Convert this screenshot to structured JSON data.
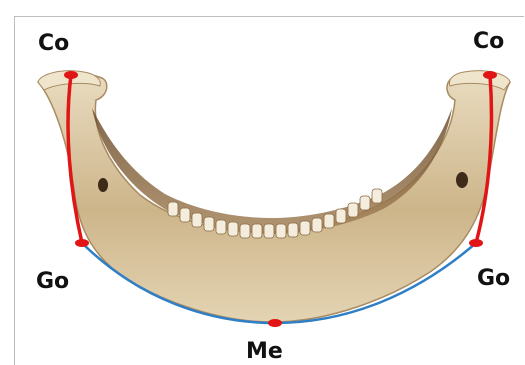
{
  "labels": {
    "co_left": "Co",
    "co_right": "Co",
    "go_left": "Go",
    "go_right": "Go",
    "me": "Me"
  },
  "colors": {
    "bone": "#d9c6a2",
    "bone_shadow": "#8a6a44",
    "ramus_line": "#e11515",
    "base_line": "#2e7fc6",
    "landmark": "#e11515"
  }
}
